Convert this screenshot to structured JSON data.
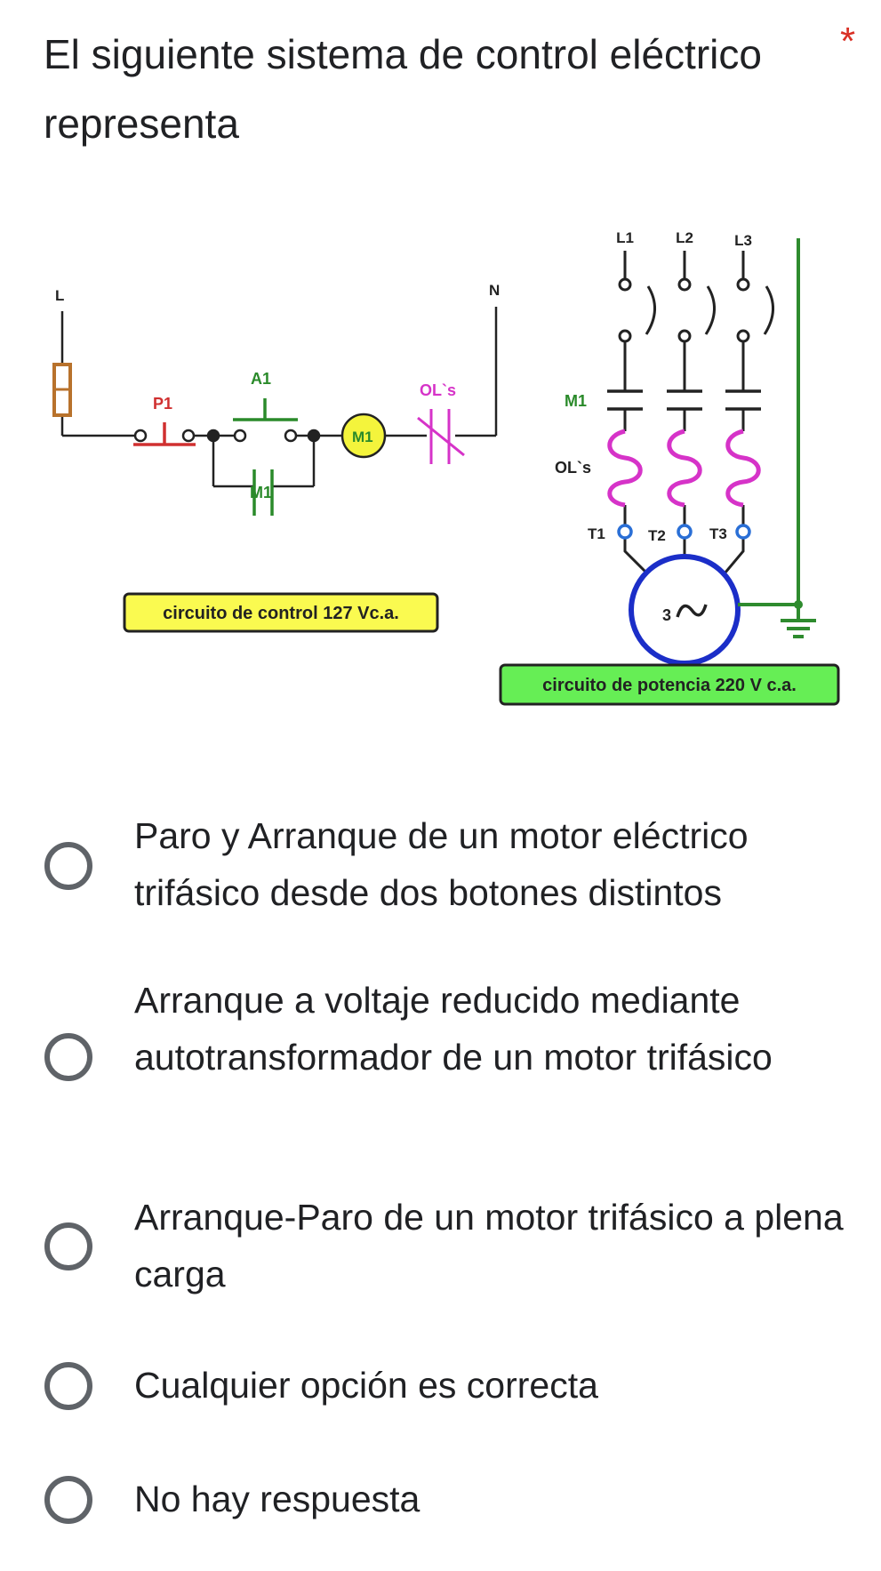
{
  "question": {
    "title": "El siguiente sistema de control eléctrico representa",
    "required_marker": "*"
  },
  "diagram": {
    "control": {
      "line_label": "L",
      "neutral_label": "N",
      "stop_button_label": "P1",
      "start_button_label": "A1",
      "coil_label": "M1",
      "seal_contact_label": "M1",
      "overload_label": "OL`s",
      "caption": "circuito de control 127 Vc.a."
    },
    "power": {
      "phase_labels": [
        "L1",
        "L2",
        "L3"
      ],
      "contactor_label": "M1",
      "overload_label": "OL`s",
      "terminal_labels": [
        "T1",
        "T2",
        "T3"
      ],
      "motor_label": "3",
      "caption": "circuito de potencia 220 V c.a."
    },
    "colors": {
      "wire": "#222222",
      "stop_button": "#d03030",
      "start_button": "#2a8a2a",
      "coil_fill": "#f4f43c",
      "overload": "#d633c8",
      "motor_ring": "#1b2ec8",
      "ground": "#2e8b2e",
      "control_caption_bg": "#fafa50",
      "power_caption_bg": "#66ee55",
      "fuse": "#b8722c"
    }
  },
  "options": [
    {
      "label": "Paro y Arranque de un motor eléctrico trifásico desde dos botones distintos",
      "selected": false
    },
    {
      "label": "Arranque a voltaje reducido mediante autotransformador de un motor trifásico",
      "selected": false
    },
    {
      "label": "Arranque-Paro de un motor trifásico a plena carga",
      "selected": false
    },
    {
      "label": "Cualquier opción es correcta",
      "selected": false
    },
    {
      "label": "No hay respuesta",
      "selected": false
    }
  ]
}
